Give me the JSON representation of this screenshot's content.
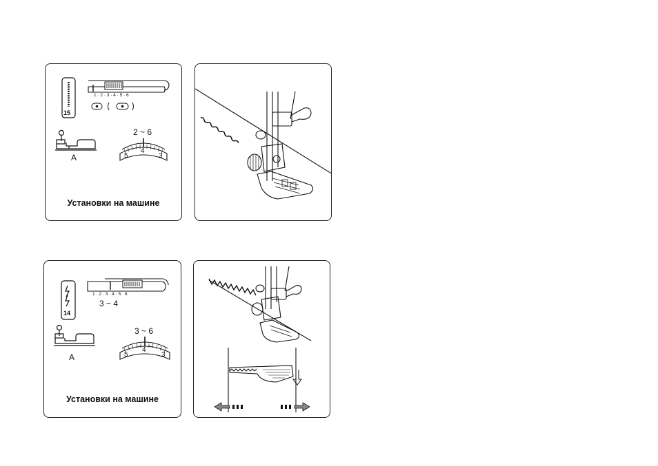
{
  "top_settings": {
    "pattern_number": "15",
    "stitch_length_scale": "1 · 2 · 3 · 4 · 5 · 6",
    "presser_foot": "A",
    "tension_range": "2 ~ 6",
    "dial_left": "5",
    "dial_center": "4",
    "dial_right": "3",
    "caption": "Установки на машине"
  },
  "bottom_settings": {
    "pattern_number": "14",
    "stitch_length_scale": "1 · 2 · 3 · 4 · 5 · 6",
    "length_range": "3 ~ 4",
    "presser_foot": "A",
    "tension_range": "3 ~ 6",
    "dial_left": "5",
    "dial_center": "4",
    "dial_right": "3",
    "caption": "Установки на машине"
  }
}
